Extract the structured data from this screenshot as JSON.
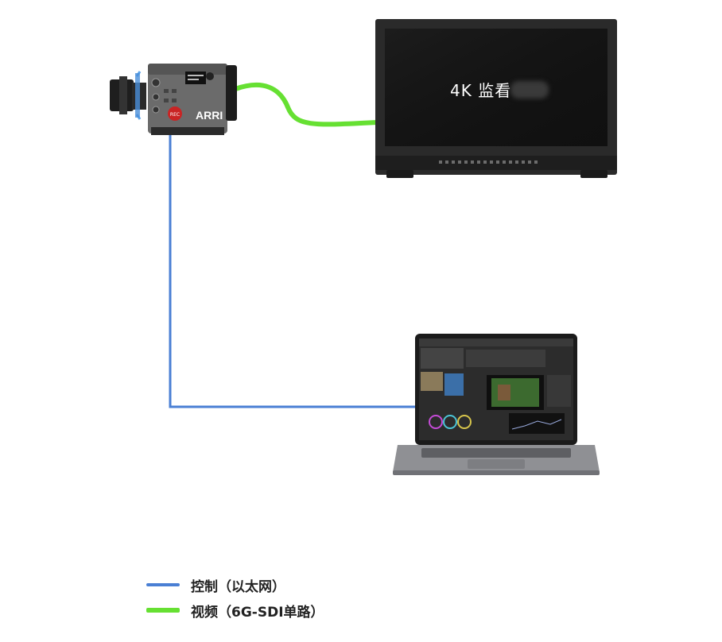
{
  "monitor": {
    "label": "4K 监看"
  },
  "camera": {
    "brand": "ARRI",
    "rec": "REC"
  },
  "legend": {
    "items": [
      {
        "label": "控制（以太网）",
        "color": "#4a7fd4"
      },
      {
        "label": "视频（6G-SDI单路）",
        "color": "#66e032"
      }
    ]
  },
  "colors": {
    "ethernet": "#4a7fd4",
    "sdi": "#66e032"
  }
}
